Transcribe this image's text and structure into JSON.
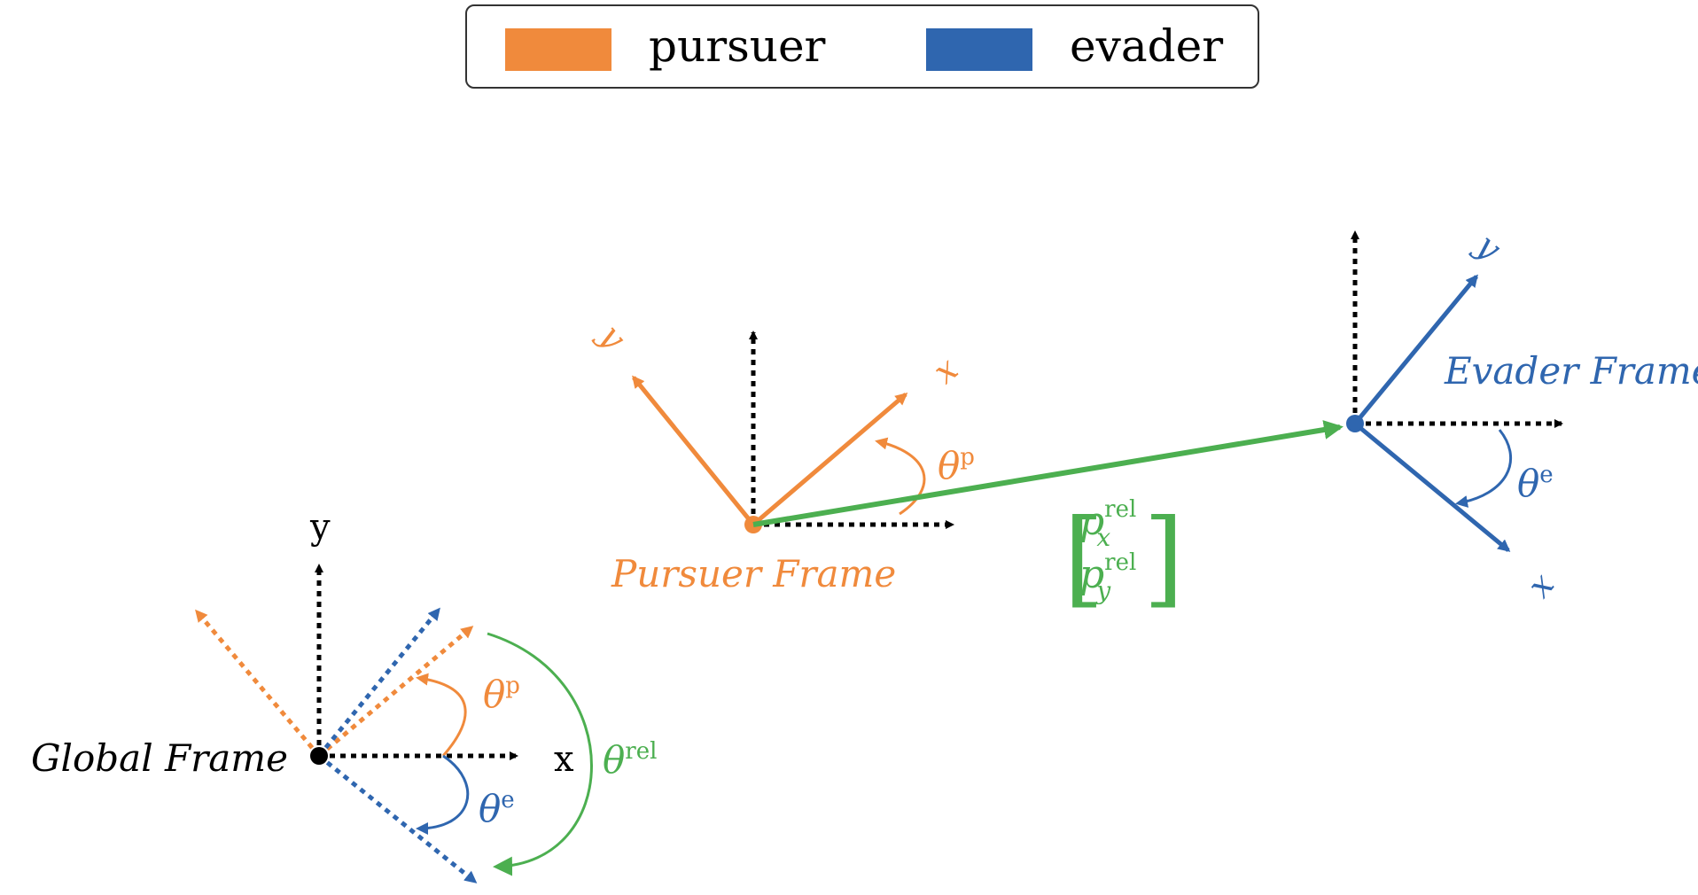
{
  "colors": {
    "pursuer": "#F08A3C",
    "evader": "#2F66AF",
    "relative": "#4CAF50",
    "global": "#000000"
  },
  "legend": {
    "pursuer_label": "pursuer",
    "evader_label": "evader"
  },
  "frames": {
    "global": {
      "label": "Global Frame",
      "x_axis": "x",
      "y_axis": "y"
    },
    "pursuer": {
      "label": "Pursuer Frame",
      "x_axis": "x",
      "y_axis": "y"
    },
    "evader": {
      "label": "Evader Frame",
      "x_axis": "x",
      "y_axis": "y"
    }
  },
  "angles": {
    "theta_symbol": "θ",
    "pursuer_sup": "p",
    "evader_sup": "e",
    "relative_sup": "rel"
  },
  "relative_vector": {
    "bracket_left": "[",
    "bracket_right": "]",
    "p": "p",
    "sub_x": "x",
    "sub_y": "y",
    "sup": "rel"
  }
}
